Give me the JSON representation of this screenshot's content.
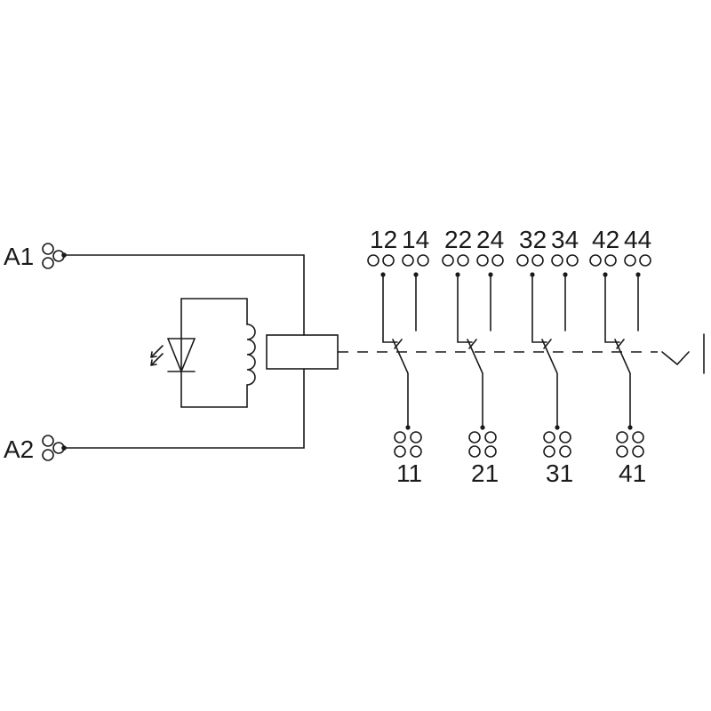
{
  "coil_terminals": {
    "a1": "A1",
    "a2": "A2"
  },
  "contacts": [
    {
      "nc": "12",
      "no": "14",
      "common": "11"
    },
    {
      "nc": "22",
      "no": "24",
      "common": "21"
    },
    {
      "nc": "32",
      "no": "34",
      "common": "31"
    },
    {
      "nc": "42",
      "no": "44",
      "common": "41"
    }
  ],
  "icons": {
    "coil": "relay-coil-icon",
    "led": "led-indicator-icon",
    "contact": "changeover-contact-icon",
    "mechanical_link": "mechanical-link-dashed-line",
    "return_spring": "return-spring-icon"
  },
  "colors": {
    "line": "#1a1a1a",
    "background": "#ffffff"
  }
}
